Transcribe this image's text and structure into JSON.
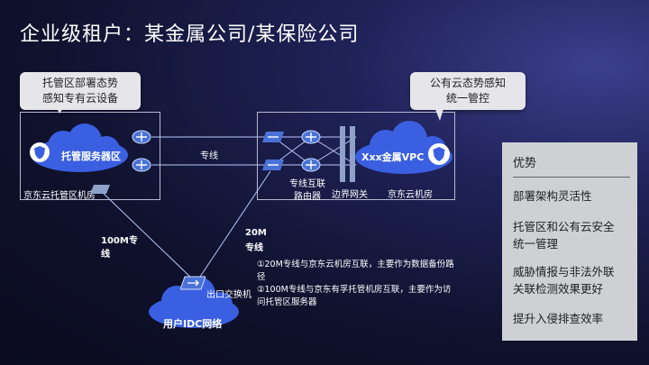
{
  "title": "企业级租户：某金属公司/某保险公司",
  "callouts": {
    "left": [
      "托管区部署态势",
      "感知专有云设备"
    ],
    "right": [
      "公有云态势感知",
      "统一管控"
    ]
  },
  "diagram": {
    "hosted_cloud_label": "托管服务器区",
    "hosted_room_label": "京东云托管区机房",
    "dedicated_line_label": "专线",
    "router_label": [
      "专线互联",
      "路由器"
    ],
    "border_gw_label": "边界网关",
    "vpc_label": "Xxx金属VPC",
    "jd_room_label": "京东云机房",
    "line_100m_label": [
      "100M专",
      "线"
    ],
    "line_20m_label": [
      "20M",
      "专线"
    ],
    "exit_switch_label": "出口交换机",
    "idc_label": "用户IDC网络",
    "notes": [
      "①20M专线与京东云机房互联，主要作为数据备份路",
      "径",
      "②100M专线与京东有孚托管机房互联，主要作为访",
      "问托管区服务器"
    ]
  },
  "panel": {
    "title": "优势",
    "items": [
      [
        "部署架构灵活性"
      ],
      [
        "托管区和公有云安全",
        "统一管理"
      ],
      [
        "威胁情报与非法外联",
        "关联检测效果更好"
      ],
      [
        "提升入侵排查效率"
      ]
    ]
  },
  "colors": {
    "cloud": "#3a5fe0",
    "router": "#4a72d6",
    "callout_bg": "#e6e6ea",
    "panel_bg": "#cfd0d4"
  }
}
